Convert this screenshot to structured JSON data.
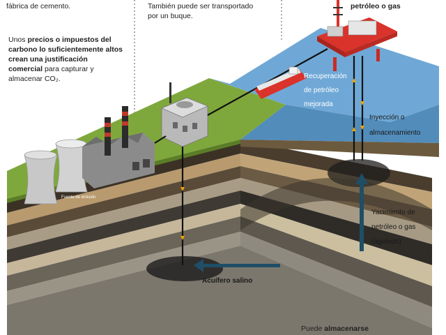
{
  "texts": {
    "top_left_fragment": "fábrica de cemento.",
    "carbon_pre": "Unos ",
    "carbon_bold": "precios o impuestos del carbono lo suficientemente altos crean una justificación comercial",
    "carbon_post": " para capturar y almacenar CO₂.",
    "ship_note": "También puede ser transportado por un buque.",
    "platform_label": "petróleo o gas",
    "eor_label": "Recuperación de petróleo mejorada",
    "injection_label": "Inyección o almacenamiento",
    "reservoir_label": "Yacimiento de petróleo o gas (agotado)",
    "aquifer_label": "Acuífero salino",
    "emission_label": "Fuente de emisión",
    "storage_pre": "Puede ",
    "storage_bold": "almacenarse"
  },
  "colors": {
    "sea": "#6fa8d6",
    "grass": "#7fa83c",
    "arrow": "#1f4e66",
    "platform": "#d9332b",
    "pipe": "#111111",
    "flow_arrow": "#f0a500"
  }
}
